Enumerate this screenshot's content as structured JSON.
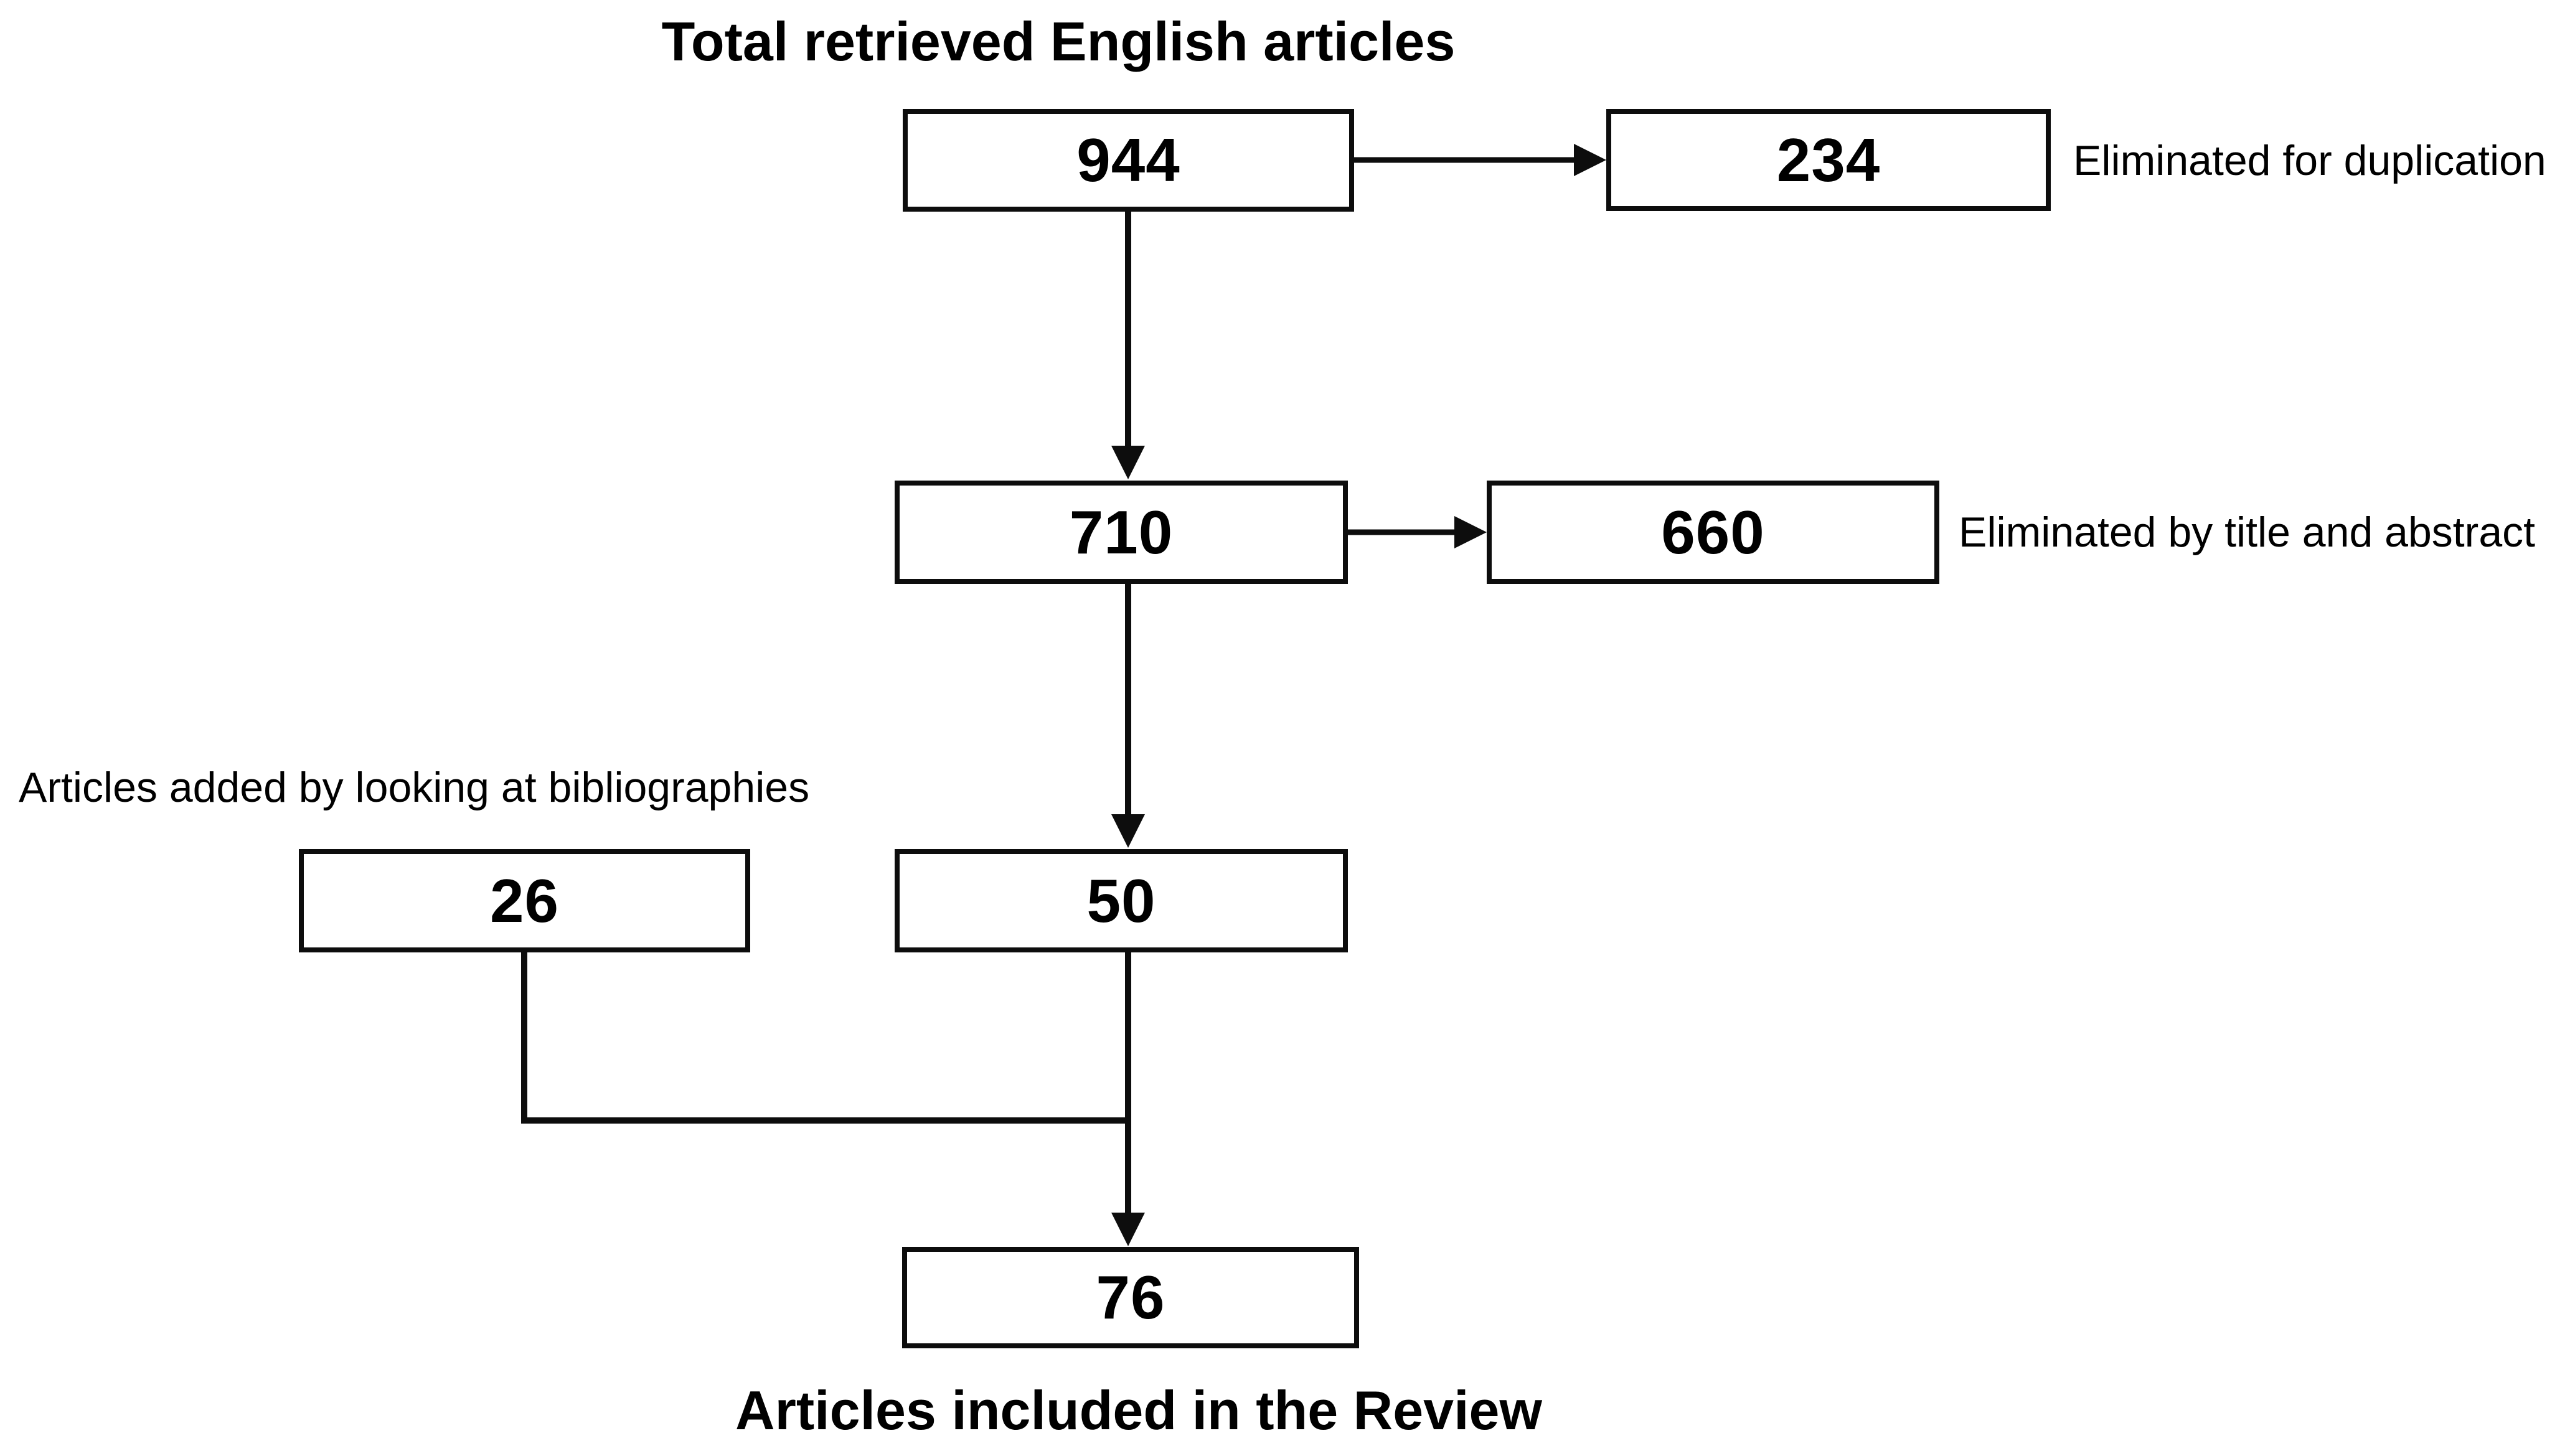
{
  "flowchart": {
    "title": "Total retrieved English articles",
    "left_caption": "Articles added by looking at bibliographies",
    "bottom_caption": "Articles included in the Review",
    "boxes": {
      "retrieved": "944",
      "duplicates": "234",
      "after_deduplication": "710",
      "excluded_title_abstract": "660",
      "from_bibliographies": "26",
      "after_screening": "50",
      "included": "76"
    },
    "annotations": {
      "duplication": "Eliminated for duplication",
      "title_abstract": "Eliminated by title and abstract"
    }
  }
}
